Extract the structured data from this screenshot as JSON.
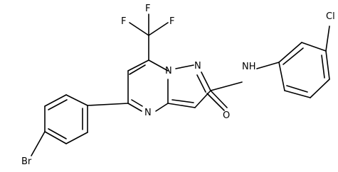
{
  "structure": {
    "atoms": {
      "fluorine_top": "F",
      "fluorine_left": "F",
      "fluorine_right": "F",
      "nitrogen_bridge": "N",
      "nitrogen_pyrazole": "N",
      "nitrogen_pyrimidine": "N",
      "amide_nh": "NH",
      "oxygen": "O",
      "chlorine": "Cl",
      "bromine": "Br"
    }
  }
}
